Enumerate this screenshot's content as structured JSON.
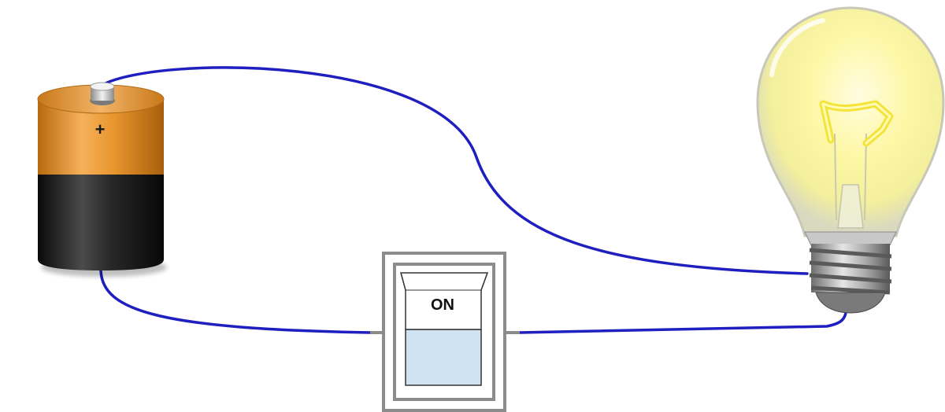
{
  "switch": {
    "label": "ON",
    "state": "on"
  },
  "battery": {
    "terminal_symbol": "+"
  },
  "bulb": {
    "state": "lit"
  },
  "colors": {
    "wire": "#1f1fbf",
    "battery_top": "#e8962e",
    "battery_bottom": "#1c1c1c",
    "switch_lower": "#cfe3f2",
    "glow": "#fff7a8",
    "filament": "#f4e43a"
  }
}
